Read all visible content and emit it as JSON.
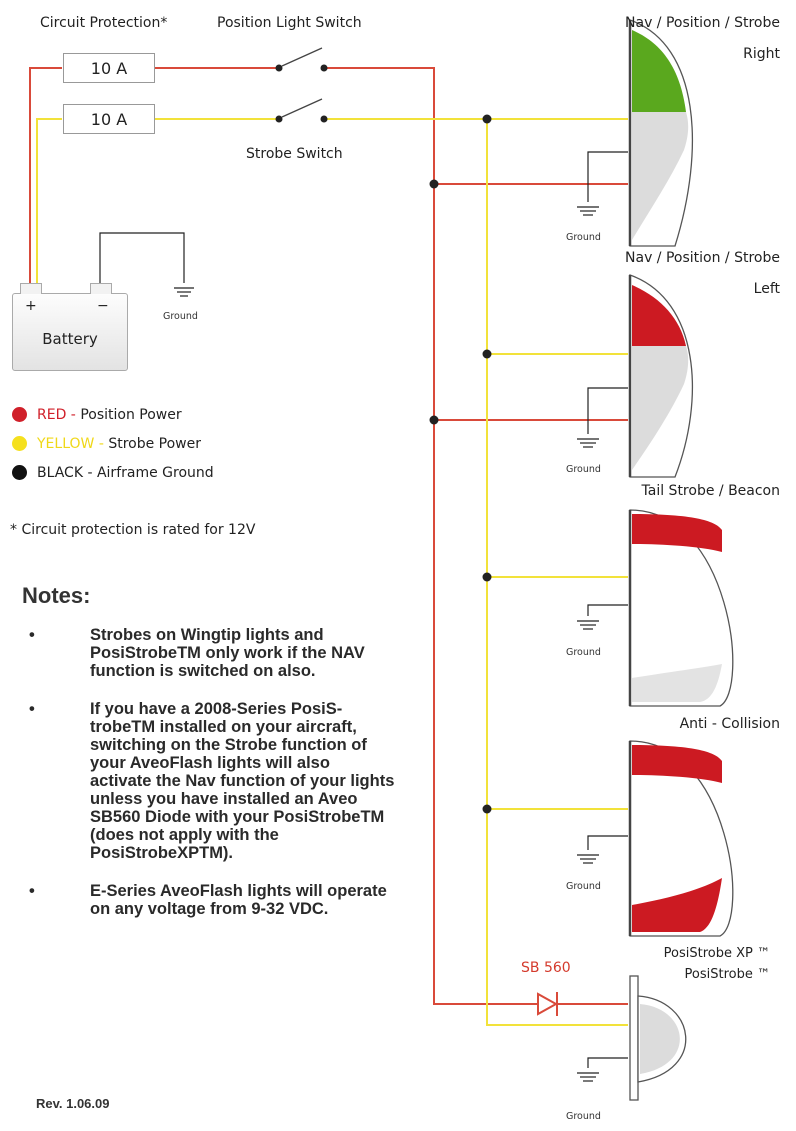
{
  "labels": {
    "circuit_protection": "Circuit Protection*",
    "position_light_switch": "Position Light Switch",
    "strobe_switch": "Strobe Switch",
    "fuse_1": "10 A",
    "fuse_2": "10 A",
    "ground": "Ground",
    "sb560": "SB 560"
  },
  "battery": {
    "name": "Battery",
    "plus": "+",
    "minus": "−"
  },
  "lights": {
    "right_line1": "Nav / Position / Strobe",
    "right_line2": "Right",
    "left_line1": "Nav / Position / Strobe",
    "left_line2": "Left",
    "tail": "Tail Strobe / Beacon",
    "anti": "Anti - Collision",
    "posi_xp": "PosiStrobe XP ™",
    "posi": "PosiStrobe ™"
  },
  "legend": [
    {
      "color": "#d0202a",
      "key": "RED",
      "sep": " - ",
      "desc": "Position Power"
    },
    {
      "color": "#f5e01e",
      "key": "YELLOW",
      "sep": " - ",
      "desc": "Strobe Power"
    },
    {
      "color": "#111111",
      "key": "BLACK",
      "sep": " - ",
      "desc": "Airframe Ground"
    }
  ],
  "footnote": "* Circuit protection is rated for 12V",
  "notes_title": "Notes:",
  "notes": [
    "Strobes on Wingtip lights and PosiStrobeTM only work if the NAV function is switched on also.",
    "If you have a 2008-Series PosiS-trobeTM installed on your aircraft, switching on the Strobe function of your AveoFlash lights will also activate the Nav function of your lights unless you have installed an Aveo SB560 Diode with your PosiStrobeTM (does not apply with the PosiStrobeXPTM).",
    "E-Series AveoFlash lights will operate on any voltage from 9-32 VDC."
  ],
  "revision": "Rev.  1.06.09",
  "colors": {
    "red_wire": "#d94a3a",
    "yellow_wire": "#f2e23a",
    "ground_wire": "#222222",
    "lens_red": "#cc1a22",
    "lens_green": "#5aa81e",
    "lens_grey": "#dcdcdc"
  }
}
